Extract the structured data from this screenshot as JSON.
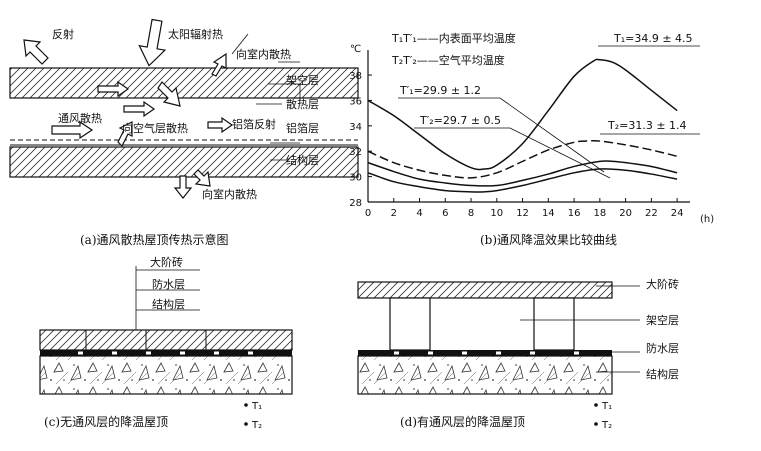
{
  "panel_a": {
    "caption": "(a)通风散热屋顶传热示意图",
    "labels": {
      "reflect": "反射",
      "solar": "太阳辐射热",
      "to_indoor_top": "向室内散热",
      "overhead": "架空层",
      "heat_layer": "散热层",
      "ventilation": "通风散热",
      "to_air": "向空气层散热",
      "al_reflect": "铝箔反射",
      "al_layer": "铝箔层",
      "structure": "结构层",
      "to_indoor_bottom": "向室内散热"
    }
  },
  "panel_b": {
    "caption": "(b)通风降温效果比较曲线",
    "legend": [
      "T₁T′₁——内表面平均温度",
      "T₂T′₂——空气平均温度"
    ],
    "annotations": [
      "T₁=34.9 ± 4.5",
      "T′₁=29.9 ± 1.2",
      "T′₂=29.7 ± 0.5",
      "T₂=31.3 ± 1.4"
    ]
  },
  "chart_data": {
    "type": "line",
    "ylabel": "℃",
    "xlabel": "(h)",
    "x_ticks": [
      0,
      2,
      4,
      6,
      8,
      10,
      12,
      14,
      16,
      18,
      20,
      22,
      24
    ],
    "y_ticks": [
      28,
      30,
      32,
      34,
      36,
      38
    ],
    "xlim": [
      0,
      25
    ],
    "ylim": [
      28,
      39.5
    ],
    "series": [
      {
        "name": "T₁",
        "style": "solid",
        "x": [
          0,
          2,
          4,
          6,
          8,
          9,
          10,
          12,
          14,
          16,
          17.5,
          18,
          19,
          20,
          22,
          24
        ],
        "y": [
          36.0,
          34.8,
          33.3,
          31.8,
          30.7,
          30.6,
          30.9,
          32.6,
          35.2,
          37.9,
          39.1,
          39.2,
          39.0,
          38.4,
          36.8,
          35.2
        ]
      },
      {
        "name": "T₂",
        "style": "dashed",
        "x": [
          0,
          2,
          4,
          6,
          8,
          10,
          12,
          14,
          16,
          17,
          18,
          20,
          22,
          24
        ],
        "y": [
          32.0,
          31.1,
          30.5,
          30.1,
          29.9,
          30.3,
          31.2,
          32.1,
          32.7,
          32.8,
          32.8,
          32.5,
          32.1,
          31.6
        ]
      },
      {
        "name": "T′₁",
        "style": "solid",
        "x": [
          0,
          2,
          4,
          6,
          8,
          10,
          12,
          14,
          16,
          18,
          19,
          20,
          22,
          24
        ],
        "y": [
          31.1,
          30.4,
          29.8,
          29.5,
          29.3,
          29.3,
          29.7,
          30.2,
          30.8,
          31.2,
          31.2,
          31.1,
          30.8,
          30.3
        ]
      },
      {
        "name": "T′₂",
        "style": "solid",
        "x": [
          0,
          2,
          4,
          6,
          8,
          9,
          10,
          12,
          14,
          16,
          18,
          20,
          22,
          24
        ],
        "y": [
          30.3,
          29.6,
          29.2,
          28.9,
          28.8,
          28.8,
          28.9,
          29.3,
          29.8,
          30.3,
          30.6,
          30.5,
          30.2,
          29.8
        ]
      }
    ]
  },
  "panel_c": {
    "caption": "(c)无通风层的降温屋顶",
    "labels": {
      "brick": "大阶砖",
      "waterproof": "防水层",
      "structure": "结构层",
      "t1": "T₁",
      "t2": "T₂"
    }
  },
  "panel_d": {
    "caption": "(d)有通风层的降温屋顶",
    "labels": {
      "brick": "大阶砖",
      "overhead": "架空层",
      "waterproof": "防水层",
      "structure": "结构层",
      "t1": "T₁",
      "t2": "T₂"
    }
  }
}
